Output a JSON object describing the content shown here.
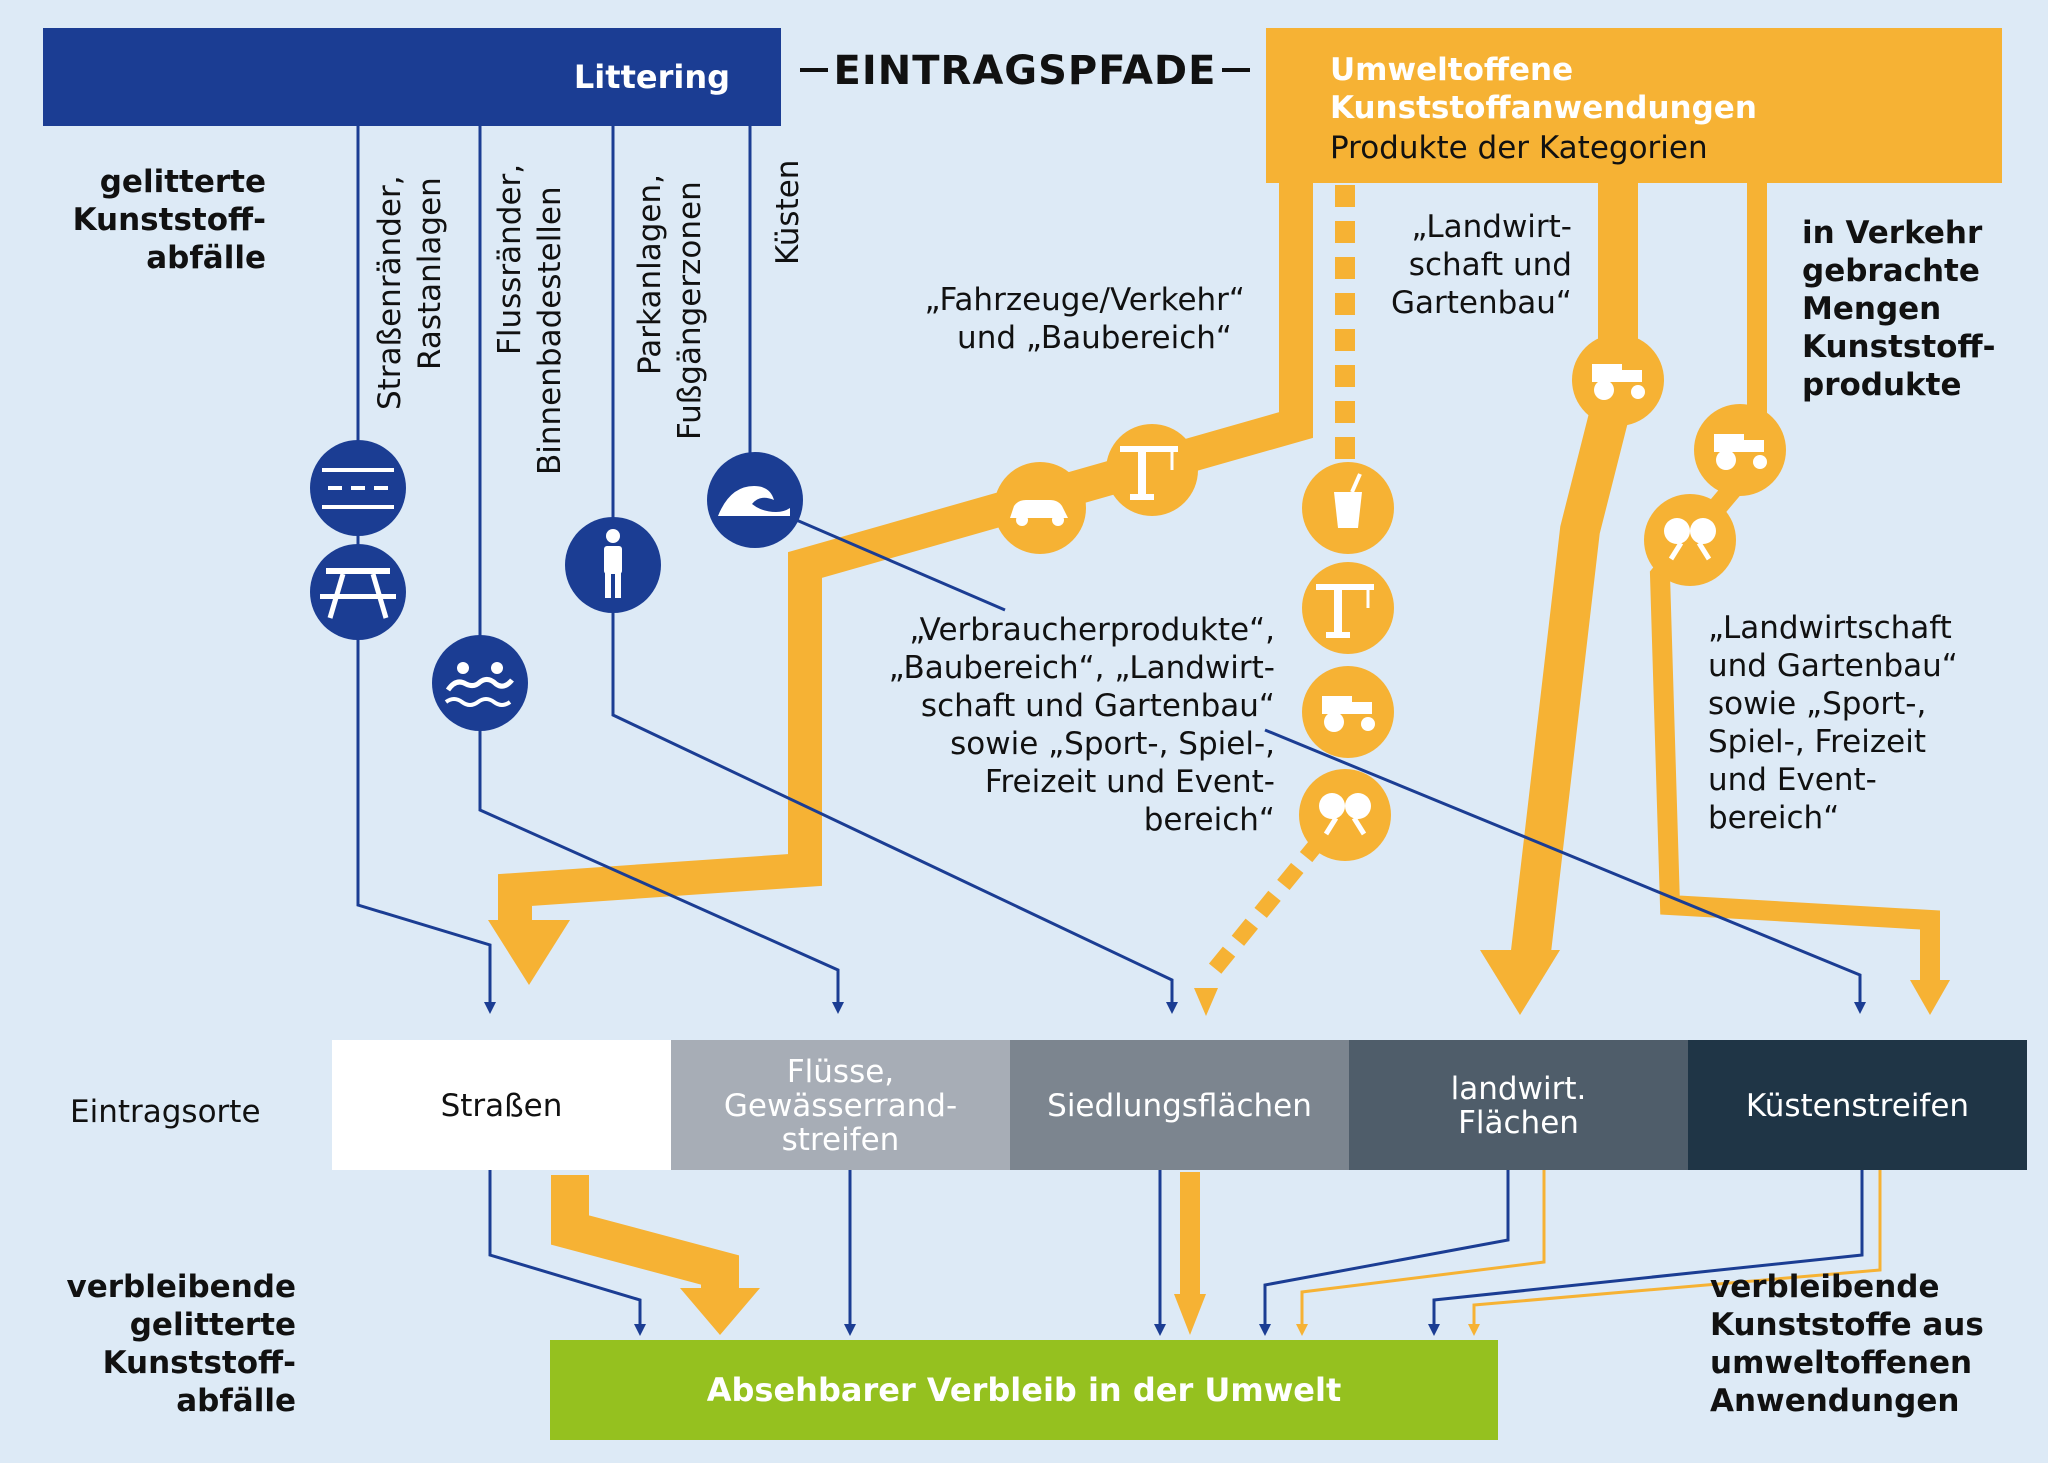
{
  "header": {
    "littering": "Littering",
    "center": "EINTRAGSPFADE",
    "right_title_1": "Umweltoffene",
    "right_title_2": "Kunststoffanwendungen",
    "right_subtitle": "Produkte der Kategorien"
  },
  "left_top_label": [
    "gelitterte",
    "Kunststoff-",
    "abfälle"
  ],
  "littering_paths": [
    {
      "line1": "Straßenränder,",
      "line2": "Rastanlagen",
      "icons": [
        "road-icon",
        "picnic-table-icon"
      ]
    },
    {
      "line1": "Flussränder,",
      "line2": "Binnenbadestellen",
      "icons": [
        "swimmers-icon"
      ]
    },
    {
      "line1": "Parkanlagen,",
      "line2": "Fußgängerzonen",
      "icons": [
        "pedestrian-icon"
      ]
    },
    {
      "line1": "Küsten",
      "line2": "",
      "icons": [
        "wave-icon"
      ]
    }
  ],
  "category_labels": {
    "fahrzeuge": [
      "„Fahrzeuge/Verkehr“",
      "und „Baubereich“"
    ],
    "landwirtschaft": [
      "„Landwirt-",
      "schaft und",
      "Gartenbau“"
    ],
    "verbraucher": [
      "„Verbraucherprodukte“,",
      "„Baubereich“, „Landwirt-",
      "schaft und Gartenbau“",
      "sowie „Sport-, Spiel-,",
      "Freizeit und Event-",
      "bereich“"
    ],
    "kueste": [
      "„Landwirtschaft",
      "und Gartenbau“",
      "sowie „Sport-,",
      "Spiel-, Freizeit",
      "und Event-",
      "bereich“"
    ]
  },
  "right_top_label": [
    "in Verkehr",
    "gebrachte",
    "Mengen",
    "Kunststoff-",
    "produkte"
  ],
  "icon_names": [
    "car-icon",
    "crane-icon",
    "cup-icon",
    "tractor-icon",
    "ping-pong-icon"
  ],
  "eintragsorte_label": "Eintragsorte",
  "sinks": [
    {
      "lines": [
        "Straßen"
      ],
      "color": "#ffffff",
      "text_color": "#111111"
    },
    {
      "lines": [
        "Flüsse,",
        "Gewässerrand-",
        "streifen"
      ],
      "color": "#a7adb6",
      "text_color": "#ffffff"
    },
    {
      "lines": [
        "Siedlungsflächen"
      ],
      "color": "#7c858f",
      "text_color": "#ffffff"
    },
    {
      "lines": [
        "landwirt.",
        "Flächen"
      ],
      "color": "#4f5d6a",
      "text_color": "#ffffff"
    },
    {
      "lines": [
        "Küstenstreifen"
      ],
      "color": "#1f3546",
      "text_color": "#ffffff"
    }
  ],
  "bottom_left_label": [
    "verbleibende",
    "gelitterte",
    "Kunststoff-",
    "abfälle"
  ],
  "bottom_right_label": [
    "verbleibende",
    "Kunststoffe aus",
    "umweltoffenen",
    "Anwendungen"
  ],
  "environment_box": "Absehbarer Verbleib in der Umwelt",
  "colors": {
    "blue": "#1b3d93",
    "orange": "#f6b234",
    "green": "#95c11f",
    "background": "#ddeaf6"
  }
}
